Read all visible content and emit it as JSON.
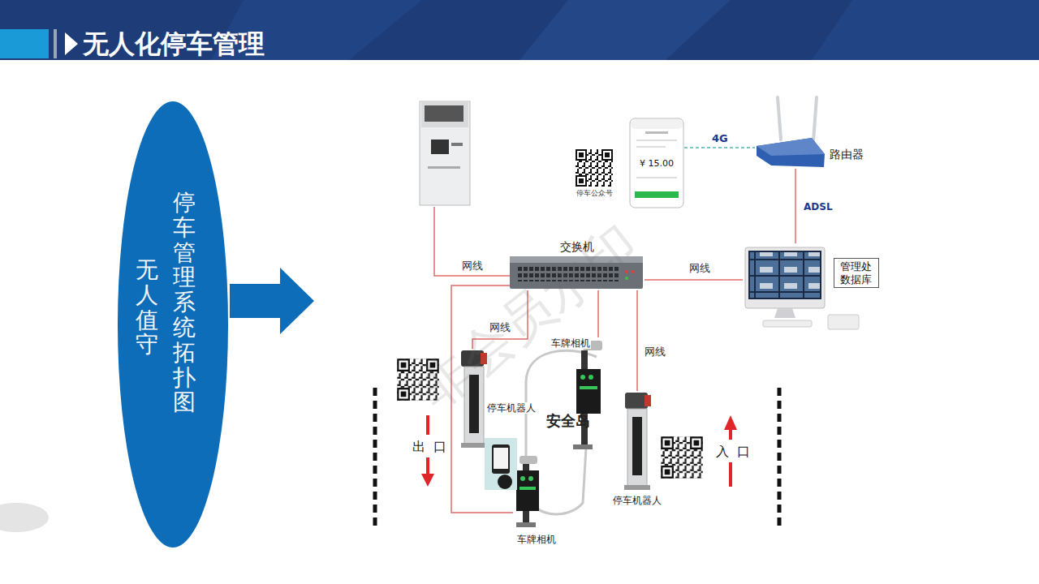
{
  "diagram": {
    "title": "无人化停车管理",
    "nodes": [
      {
        "text": [
          "停车管理系统拓扑图",
          "无人值守"
        ]
      },
      {
        "text": [
          "¥ 15.00"
        ]
      },
      {
        "text": [
          "路由器"
        ]
      },
      {
        "text": [
          "交换机"
        ]
      },
      {
        "text": [
          "管理处 数据库"
        ]
      },
      {
        "text": [
          "停车机器人"
        ]
      },
      {
        "text": [
          "车牌相机"
        ]
      },
      {
        "text": [
          "停车机器人"
        ]
      },
      {
        "text": [
          "车牌相机"
        ]
      }
    ],
    "edges": [
      {
        "from": 1,
        "to": 2,
        "label": "4G",
        "arrow": "none"
      },
      {
        "from": 2,
        "to": 4,
        "label": "ADSL",
        "arrow": "none"
      },
      {
        "from": 3,
        "to": 4,
        "label": "网线",
        "arrow": "none"
      },
      {
        "from": 3,
        "to": 5,
        "label": "网线",
        "arrow": "none"
      },
      {
        "from": 3,
        "to": 6,
        "arrow": "none"
      },
      {
        "from": 3,
        "to": 7,
        "label": "网线",
        "arrow": "none"
      },
      {
        "from": 3,
        "to": 8,
        "arrow": "none"
      }
    ],
    "labels": [
      "停车公众号",
      "网线",
      "安全岛",
      "出口",
      "入口",
      "非会员水印"
    ]
  }
}
